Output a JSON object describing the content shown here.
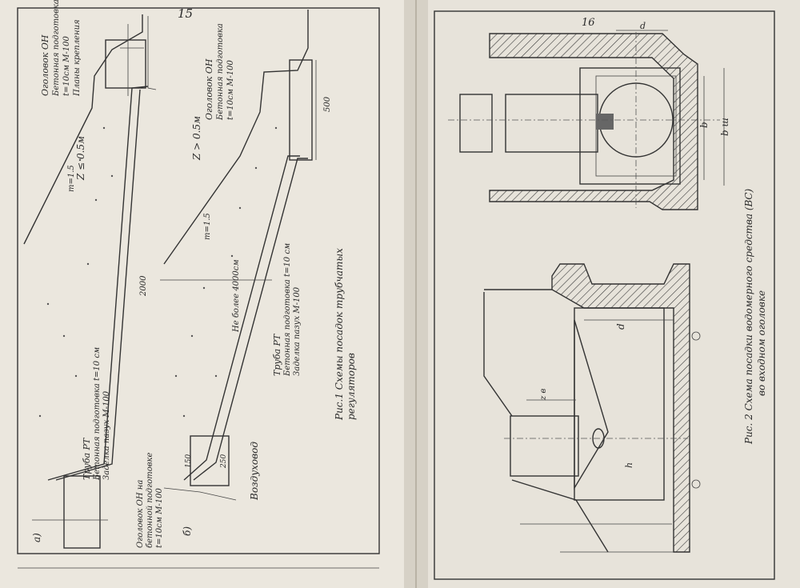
{
  "page_numbers": {
    "left": "15",
    "right": "16"
  },
  "left_page": {
    "label_a": "а)",
    "label_b": "б)",
    "top_head_a": {
      "line1": "Оголовок ОН",
      "line2": "Бетонная подготовка",
      "line3": "t=10см М-100",
      "line4": "Планы крепления"
    },
    "top_head_b": {
      "line1": "Оголовок ОН",
      "line2": "Бетонная подготовка",
      "line3": "t=10см М-100"
    },
    "depth_a": "Z ≤ 0.5м",
    "depth_b": "Z > 0.5м",
    "slope_a": "m=1.5",
    "slope_b": "m=1.5",
    "pipe_a": {
      "line1": "Труба РТ",
      "line2": "Бетонная подготовка t=10 см",
      "line3": "Заделка пазух М-100"
    },
    "pipe_b": {
      "line1": "Труба РТ",
      "line2": "Бетонная подготовка t=10 см",
      "line3": "Заделка пазух М-100"
    },
    "not_more": "Не более 4000см",
    "dim_2000": "2000",
    "dim_500": "500",
    "dim_150": "150",
    "dim_250": "250",
    "bottom_head_b": {
      "line1": "Оголовок ОН на",
      "line2": "бетонной подготовке",
      "line3": "t=10см М-100"
    },
    "air_intake": "Воздуховод",
    "fig1_caption": {
      "line1": "Рис.1 Схемы посадок трубчатых",
      "line2": "регуляторов"
    }
  },
  "right_page": {
    "dim_d": "d",
    "dim_b": "b",
    "dim_bw": "b ш",
    "dim_h": "h",
    "dim_zb": "z в",
    "fig2_caption": {
      "line1": "Рис. 2 Схема посадки водомерного средства (ВС)",
      "line2": "во входном оголовке"
    }
  }
}
